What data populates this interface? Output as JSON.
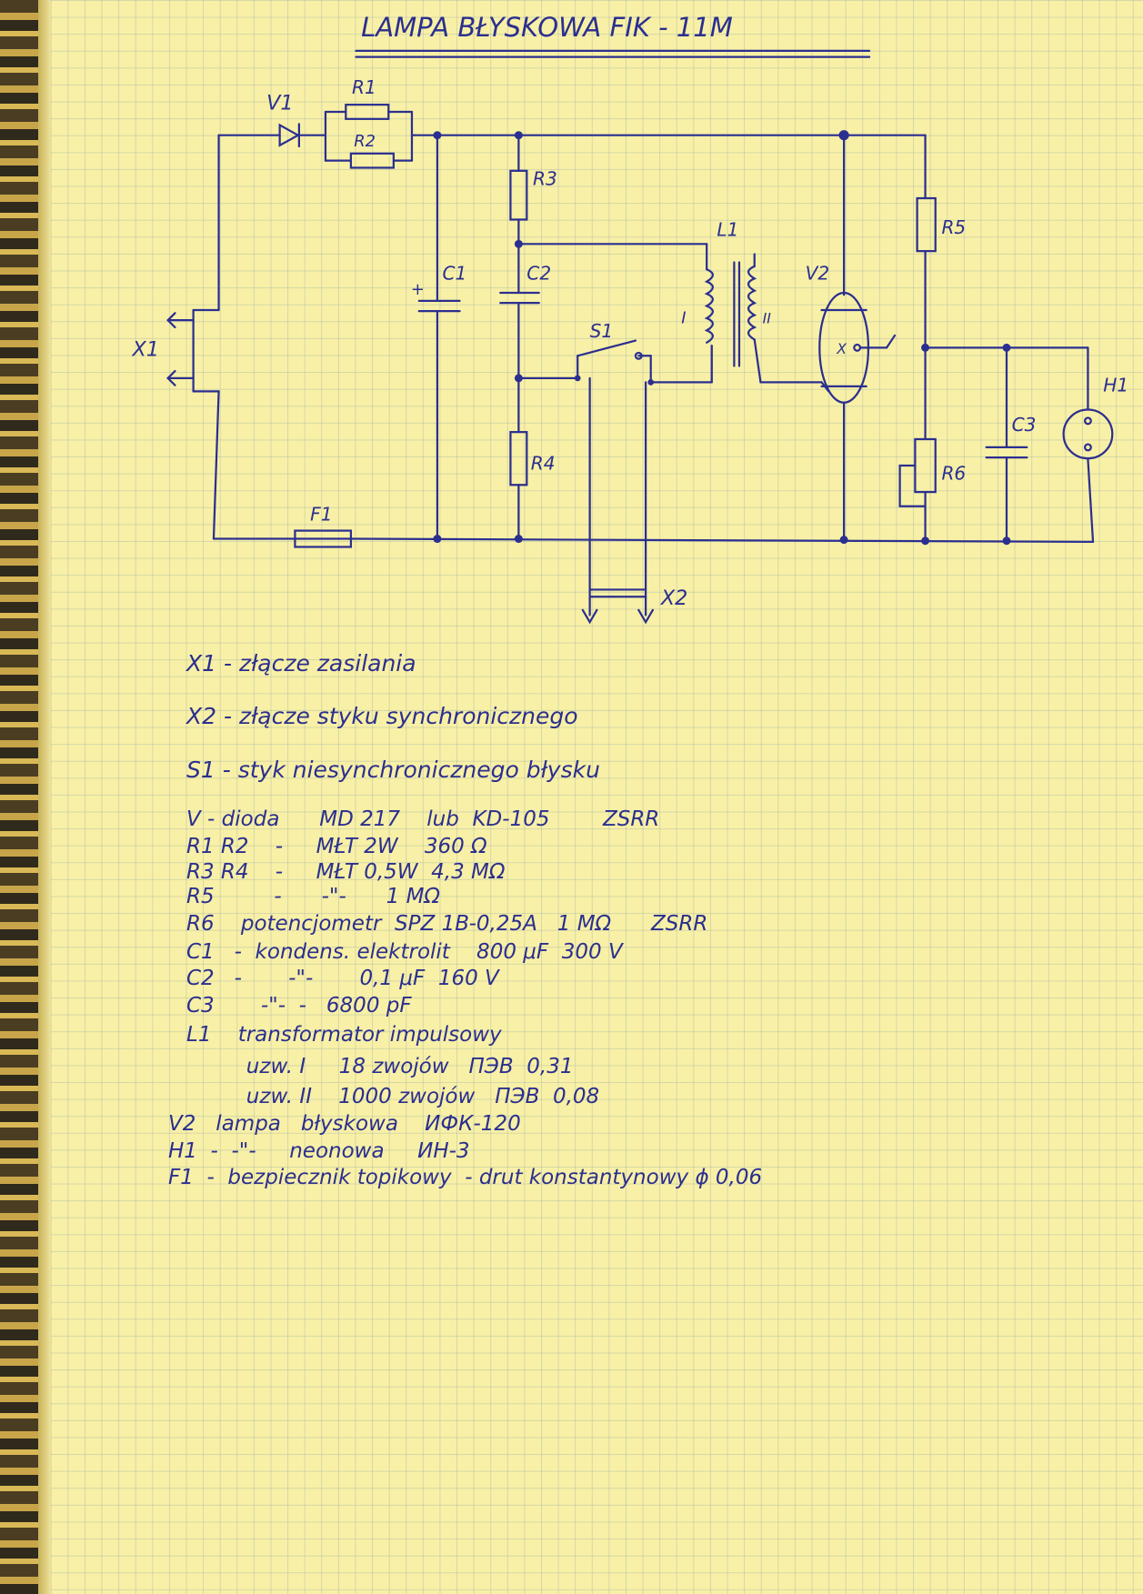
{
  "title": "LAMPA BŁYSKOWA  FIK - 11M",
  "diagram_labels": {
    "v1": "V1",
    "r1": "R1",
    "r2": "R2",
    "r3": "R3",
    "r4": "R4",
    "r5": "R5",
    "r6": "R6",
    "c1": "C1",
    "c2": "C2",
    "c3": "C3",
    "l1": "L1",
    "coil1": "I",
    "coil2": "II",
    "s1": "S1",
    "v2": "V2",
    "x_mark": "X",
    "x1": "X1",
    "x2": "X2",
    "f1": "F1",
    "h1": "H1",
    "plus": "+"
  },
  "legend": [
    {
      "key": "X1",
      "text": "- złącze zasilania"
    },
    {
      "key": "X2",
      "text": "- złącze styku synchronicznego"
    },
    {
      "key": "S1",
      "text": "- styk niesynchronicznego błysku"
    }
  ],
  "parts": [
    {
      "ref": "V",
      "text": "- dioda      MD 217    lub  KD-105        ZSRR"
    },
    {
      "ref": "R1 R2",
      "text": "   -     MŁT 2W    360 Ω"
    },
    {
      "ref": "R3 R4",
      "text": "   -     MŁT 0,5W  4,3 MΩ"
    },
    {
      "ref": "R5",
      "text": "        -      -\"-      1 MΩ"
    },
    {
      "ref": "R6",
      "text": "   potencjometr  SPZ 1B-0,25A   1 MΩ      ZSRR"
    },
    {
      "ref": "C1",
      "text": "  -  kondens. elektrolit    800 μF  300 V"
    },
    {
      "ref": "C2",
      "text": "  -       -\"-       0,1 μF  160 V"
    },
    {
      "ref": "C3",
      "text": "      -\"-  -   6800 pF"
    },
    {
      "ref": "L1",
      "text": "   transformator impulsowy"
    },
    {
      "ref": "",
      "text": "        uzw. I     18 zwojów   ПЭВ  0,31"
    },
    {
      "ref": "",
      "text": "        uzw. II    1000 zwojów   ПЭВ  0,08"
    },
    {
      "ref": "V2",
      "text": "  lampa   błyskowa    ИФК-120"
    },
    {
      "ref": "H1",
      "text": " -  -\"-     neonowa     ИН-3"
    },
    {
      "ref": "F1",
      "text": " -  bezpiecznik topikowy  - drut konstantynowy ϕ 0,06"
    }
  ],
  "colors": {
    "ink": "#2b2f8f",
    "paper": "#f8f0a6"
  }
}
